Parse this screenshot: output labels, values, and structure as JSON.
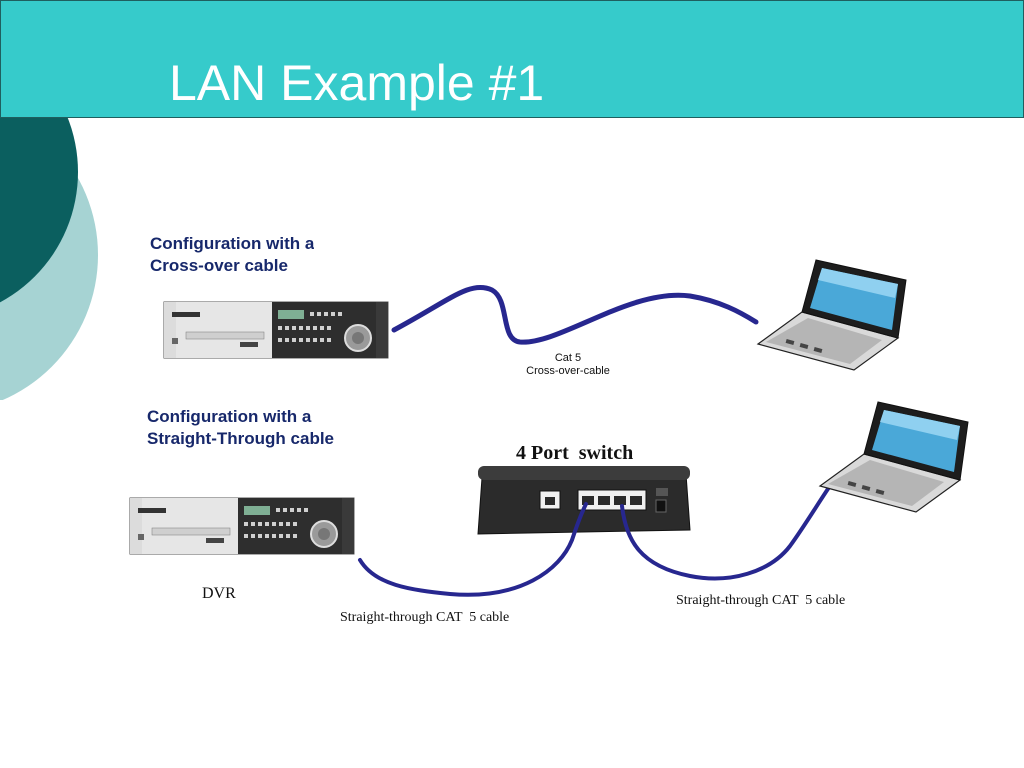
{
  "slide": {
    "title": "LAN Example #1"
  },
  "config_cross": {
    "line1": "Configuration with a",
    "line2": "Cross-over cable"
  },
  "config_straight": {
    "line1": "Configuration with a",
    "line2": "Straight-Through cable"
  },
  "crossover_cable": {
    "label_line1": "Cat 5",
    "label_line2": "Cross-over-cable"
  },
  "switch": {
    "title": "4 Port  switch"
  },
  "dvr": {
    "label": "DVR"
  },
  "straight_cables": {
    "left_label": "Straight-through CAT  5 cable",
    "right_label": "Straight-through CAT  5 cable"
  },
  "colors": {
    "title_bar": "#36cbcb",
    "dark_teal": "#0b5f5f",
    "light_teal": "#a6d3d3",
    "cable": "#27278f",
    "label_text": "#17286b"
  },
  "icons": [
    "dvr-device-icon",
    "laptop-icon",
    "network-switch-icon",
    "ethernet-port-icon"
  ]
}
